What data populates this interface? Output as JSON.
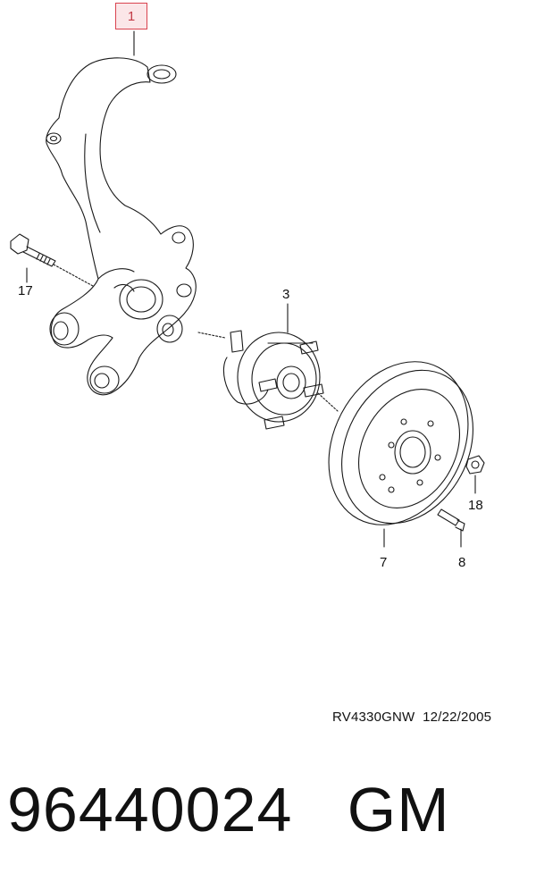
{
  "callouts": {
    "c1": "1",
    "c3": "3",
    "c7": "7",
    "c8": "8",
    "c17": "17",
    "c18": "18"
  },
  "footer": {
    "drawing_code": "RV4330GNW  12/22/2005",
    "part_number": "96440024   GM"
  },
  "colors": {
    "line": "#1a1a1a",
    "highlight_border": "#d9434f",
    "highlight_fill": "#fbe6e8"
  }
}
